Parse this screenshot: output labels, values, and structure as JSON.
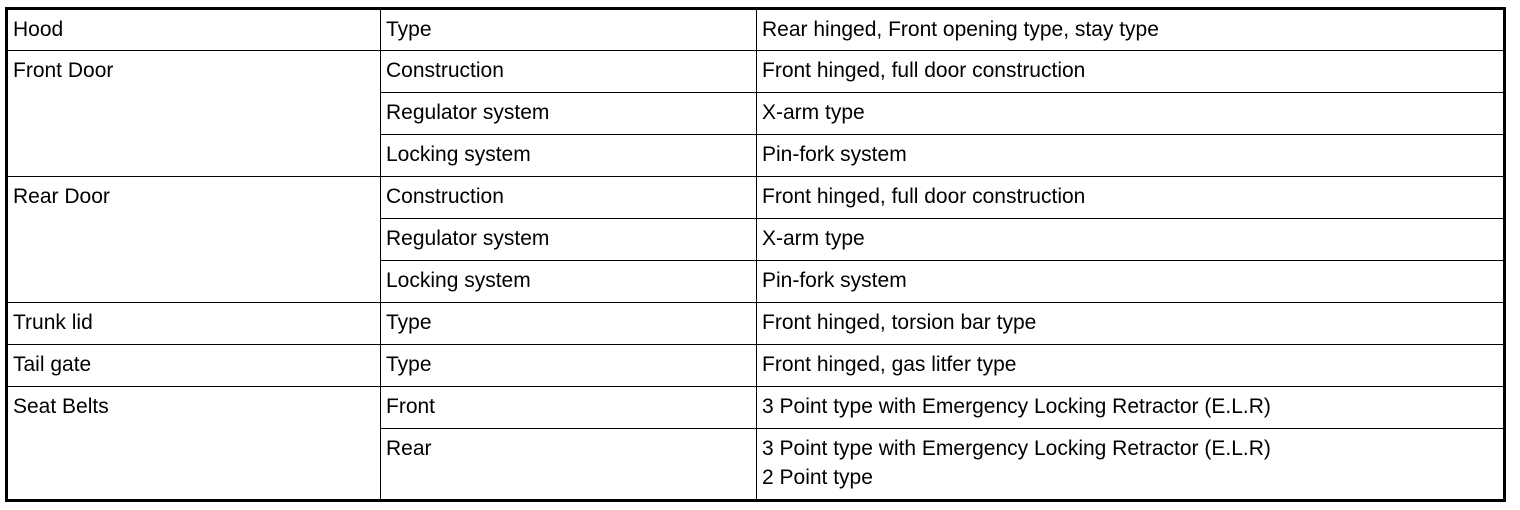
{
  "table": {
    "groups": [
      {
        "category": "Hood",
        "rows": [
          {
            "item": "Type",
            "spec": [
              "Rear hinged, Front opening type, stay type"
            ]
          }
        ]
      },
      {
        "category": "Front Door",
        "rows": [
          {
            "item": "Construction",
            "spec": [
              "Front hinged, full door construction"
            ]
          },
          {
            "item": "Regulator system",
            "spec": [
              "X-arm type"
            ]
          },
          {
            "item": "Locking system",
            "spec": [
              "Pin-fork system"
            ]
          }
        ]
      },
      {
        "category": "Rear Door",
        "rows": [
          {
            "item": "Construction",
            "spec": [
              "Front hinged, full door construction"
            ]
          },
          {
            "item": "Regulator system",
            "spec": [
              "X-arm type"
            ]
          },
          {
            "item": "Locking system",
            "spec": [
              "Pin-fork system"
            ]
          }
        ]
      },
      {
        "category": "Trunk lid",
        "rows": [
          {
            "item": "Type",
            "spec": [
              "Front hinged, torsion bar type"
            ]
          }
        ]
      },
      {
        "category": "Tail gate",
        "rows": [
          {
            "item": "Type",
            "spec": [
              "Front hinged, gas litfer type"
            ]
          }
        ]
      },
      {
        "category": "Seat Belts",
        "rows": [
          {
            "item": "Front",
            "spec": [
              "3 Point type with Emergency Locking Retractor (E.L.R)"
            ]
          },
          {
            "item": "Rear",
            "spec": [
              "3 Point type with Emergency Locking Retractor (E.L.R)",
              "2 Point type"
            ]
          }
        ]
      }
    ]
  }
}
